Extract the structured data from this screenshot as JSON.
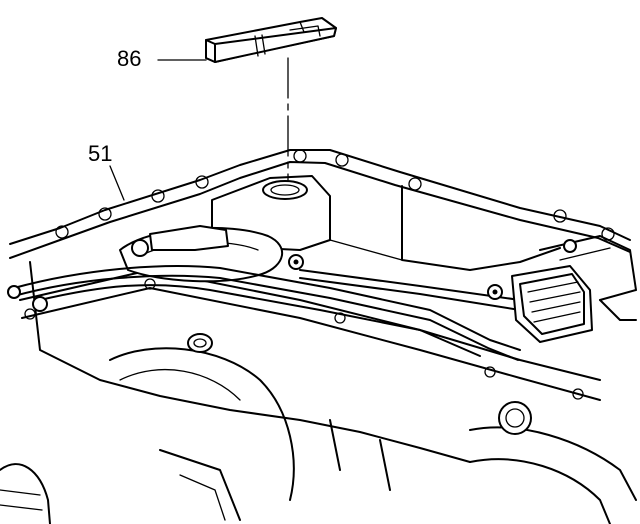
{
  "callouts": [
    {
      "id": "86",
      "label": "86"
    },
    {
      "id": "51",
      "label": "51"
    }
  ],
  "colors": {
    "line": "#000000",
    "background": "#ffffff"
  }
}
